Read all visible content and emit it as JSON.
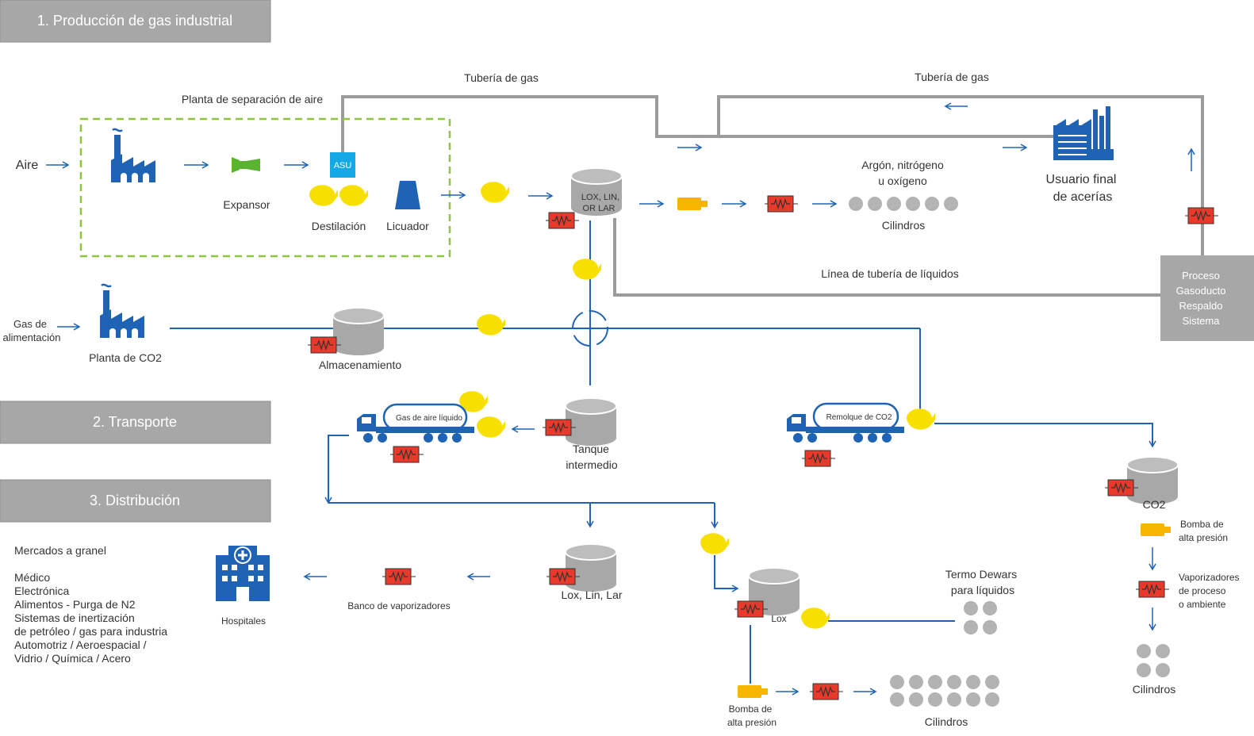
{
  "sections": {
    "s1": "1. Producción de gas industrial",
    "s2": "2. Transporte",
    "s3": "3. Distribución"
  },
  "labels": {
    "pipe_gas_1": "Tubería de gas",
    "pipe_gas_2": "Tubería de gas",
    "asu_plant": "Planta de separación de aire",
    "air": "Aire",
    "asu_badge": "ASU",
    "expander": "Expansor",
    "distillation": "Destilación",
    "liquefier": "Licuador",
    "tank_top_1": "LOX, LIN,",
    "tank_top_2": "OR LAR",
    "argon_1": "Argón, nitrógeno",
    "argon_2": "u oxígeno",
    "cylinders_top": "Cilindros",
    "end_user_1": "Usuario final",
    "end_user_2": "de acerías",
    "liquid_line": "Línea de tubería de líquidos",
    "backup_1": "Proceso",
    "backup_2": "Gasoducto",
    "backup_3": "Respaldo",
    "backup_4": "Sistema",
    "feed_gas_1": "Gas de",
    "feed_gas_2": "alimentación",
    "co2_plant": "Planta de CO2",
    "storage": "Almacenamiento",
    "liquid_air_truck": "Gas de aire líquido",
    "intermediate_1": "Tanque",
    "intermediate_2": "intermedio",
    "co2_trailer": "Remolque de CO2",
    "co2_tank": "CO2",
    "hp_pump_r_1": "Bomba de",
    "hp_pump_r_2": "alta presión",
    "vap_r_1": "Vaporizadores",
    "vap_r_2": "de proceso",
    "vap_r_3": "o ambiente",
    "cylinders_r": "Cilindros",
    "bulk_title": "Mercados a granel",
    "bulk_1": "Médico",
    "bulk_2": "Electrónica",
    "bulk_3": "Alimentos - Purga de N2",
    "bulk_4": "Sistemas de inertización",
    "bulk_5": "de petróleo / gas para industria",
    "bulk_6": "Automotriz / Aeroespacial /",
    "bulk_7": "Vidrio / Química / Acero",
    "hospitals": "Hospitales",
    "vaporizer_bank": "Banco de vaporizadores",
    "lox_lin_lar": "Lox, Lin, Lar",
    "lox": "Lox",
    "dewars_1": "Termo Dewars",
    "dewars_2": "para líquidos",
    "hp_pump_b_1": "Bomba de",
    "hp_pump_b_2": "alta presión",
    "cylinders_bottom": "Cilindros"
  },
  "colors": {
    "blue": "#1f63b5",
    "gray_pipe": "#9b9b9b",
    "tank_gray": "#a8a8a8",
    "yellow": "#f7e000",
    "orange": "#f7b500",
    "red": "#e83a2b",
    "green_dash": "#8cc63f",
    "cyan": "#14a9e6",
    "section_bg": "#a7a7a7"
  }
}
